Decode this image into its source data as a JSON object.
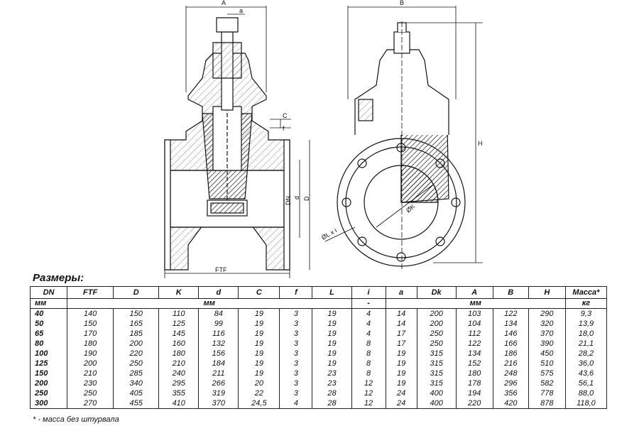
{
  "drawing": {
    "left_view": {
      "dimension_labels": {
        "A": "A",
        "a": "a",
        "C": "C",
        "f": "f",
        "DN": "DN",
        "d": "d",
        "D": "D",
        "FTF": "FTF"
      }
    },
    "right_view": {
      "dimension_labels": {
        "B": "B",
        "H": "H",
        "dk": "ØK",
        "i": "ØL x i"
      }
    }
  },
  "table": {
    "heading": "Размеры:",
    "columns": [
      "DN",
      "FTF",
      "D",
      "K",
      "d",
      "C",
      "f",
      "L",
      "i",
      "a",
      "Dk",
      "A",
      "B",
      "H",
      "Масса*"
    ],
    "units_row": {
      "dn": "мм",
      "mm1": "мм",
      "dash": "-",
      "mm2": "мм",
      "kg": "кг"
    },
    "rows": [
      [
        "40",
        "140",
        "150",
        "110",
        "84",
        "19",
        "3",
        "19",
        "4",
        "14",
        "200",
        "103",
        "122",
        "290",
        "9,3"
      ],
      [
        "50",
        "150",
        "165",
        "125",
        "99",
        "19",
        "3",
        "19",
        "4",
        "14",
        "200",
        "104",
        "134",
        "320",
        "13,9"
      ],
      [
        "65",
        "170",
        "185",
        "145",
        "116",
        "19",
        "3",
        "19",
        "4",
        "17",
        "250",
        "112",
        "146",
        "370",
        "18,0"
      ],
      [
        "80",
        "180",
        "200",
        "160",
        "132",
        "19",
        "3",
        "19",
        "8",
        "17",
        "250",
        "122",
        "166",
        "390",
        "21,1"
      ],
      [
        "100",
        "190",
        "220",
        "180",
        "156",
        "19",
        "3",
        "19",
        "8",
        "19",
        "315",
        "134",
        "186",
        "450",
        "28,2"
      ],
      [
        "125",
        "200",
        "250",
        "210",
        "184",
        "19",
        "3",
        "19",
        "8",
        "19",
        "315",
        "152",
        "216",
        "510",
        "36,0"
      ],
      [
        "150",
        "210",
        "285",
        "240",
        "211",
        "19",
        "3",
        "23",
        "8",
        "19",
        "315",
        "180",
        "248",
        "575",
        "43,6"
      ],
      [
        "200",
        "230",
        "340",
        "295",
        "266",
        "20",
        "3",
        "23",
        "12",
        "19",
        "315",
        "178",
        "296",
        "582",
        "56,1"
      ],
      [
        "250",
        "250",
        "405",
        "355",
        "319",
        "22",
        "3",
        "28",
        "12",
        "24",
        "400",
        "194",
        "356",
        "778",
        "88,0"
      ],
      [
        "300",
        "270",
        "455",
        "410",
        "370",
        "24,5",
        "4",
        "28",
        "12",
        "24",
        "400",
        "220",
        "420",
        "878",
        "118,0"
      ]
    ],
    "footnote": "* - масса без штурвала"
  }
}
